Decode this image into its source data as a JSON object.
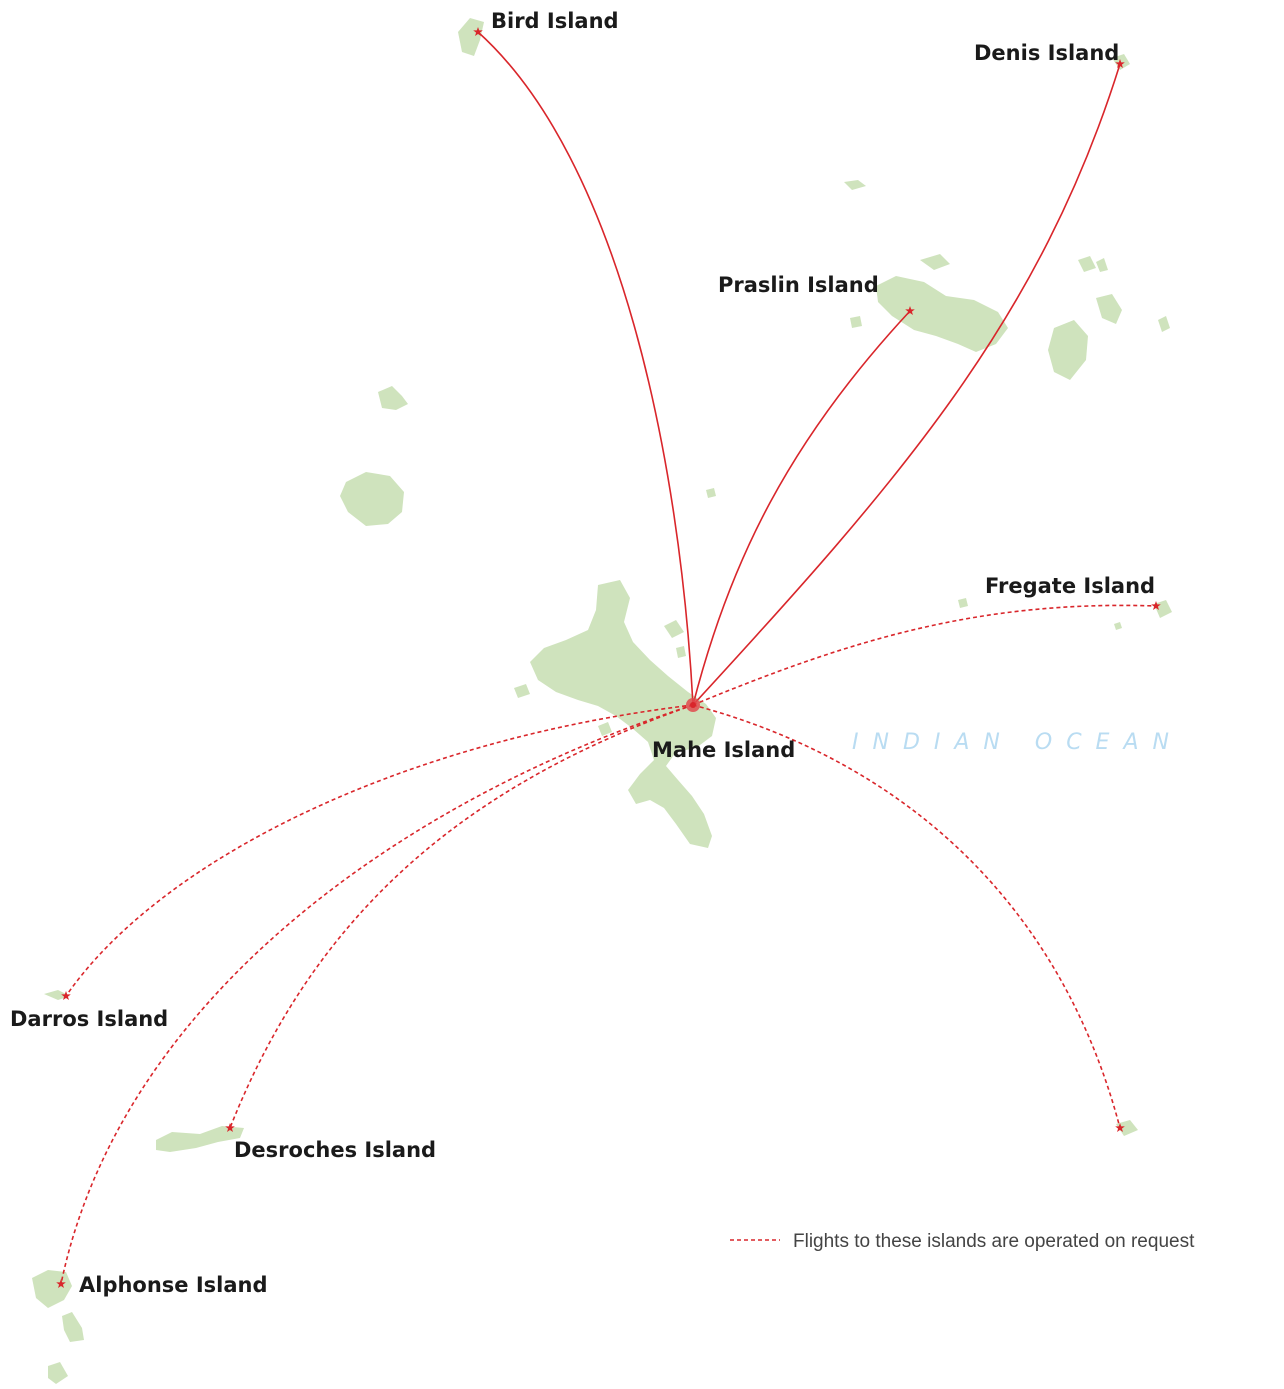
{
  "map": {
    "ocean_label": "INDIAN OCEAN",
    "colors": {
      "land": "#cfe3bd",
      "route": "#d9262b",
      "ocean_text": "#b9dcf2"
    },
    "hub": "Mahe Island",
    "islands": [
      {
        "id": "bird",
        "label": "Bird Island",
        "route": "scheduled"
      },
      {
        "id": "denis",
        "label": "Denis Island",
        "route": "scheduled"
      },
      {
        "id": "praslin",
        "label": "Praslin Island",
        "route": "scheduled"
      },
      {
        "id": "fregate",
        "label": "Fregate Island",
        "route": "on-request"
      },
      {
        "id": "darros",
        "label": "Darros Island",
        "route": "on-request"
      },
      {
        "id": "desroches",
        "label": "Desroches Island",
        "route": "on-request"
      },
      {
        "id": "alphonse",
        "label": "Alphonse Island",
        "route": "on-request"
      },
      {
        "id": "unlabeled-se",
        "label": "",
        "route": "on-request"
      }
    ],
    "legend": {
      "text": "Flights to these islands are operated on request",
      "line_style": "dashed"
    }
  }
}
